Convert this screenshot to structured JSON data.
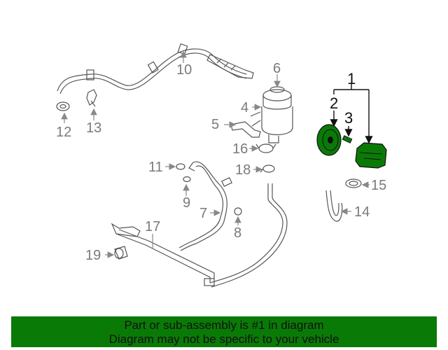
{
  "diagram": {
    "callouts": [
      {
        "id": "1",
        "label": "1"
      },
      {
        "id": "2",
        "label": "2"
      },
      {
        "id": "3",
        "label": "3"
      },
      {
        "id": "4",
        "label": "4"
      },
      {
        "id": "5",
        "label": "5"
      },
      {
        "id": "6",
        "label": "6"
      },
      {
        "id": "7",
        "label": "7"
      },
      {
        "id": "8",
        "label": "8"
      },
      {
        "id": "9",
        "label": "9"
      },
      {
        "id": "10",
        "label": "10"
      },
      {
        "id": "11",
        "label": "11"
      },
      {
        "id": "12",
        "label": "12"
      },
      {
        "id": "13",
        "label": "13"
      },
      {
        "id": "14",
        "label": "14"
      },
      {
        "id": "15",
        "label": "15"
      },
      {
        "id": "16",
        "label": "16"
      },
      {
        "id": "17",
        "label": "17"
      },
      {
        "id": "18",
        "label": "18"
      },
      {
        "id": "19",
        "label": "19"
      }
    ],
    "highlight_color": "#0a7a07"
  },
  "banner": {
    "line1": "Part or sub-assembly is #1 in diagram",
    "line2": "Diagram may not be specific to your vehicle"
  }
}
